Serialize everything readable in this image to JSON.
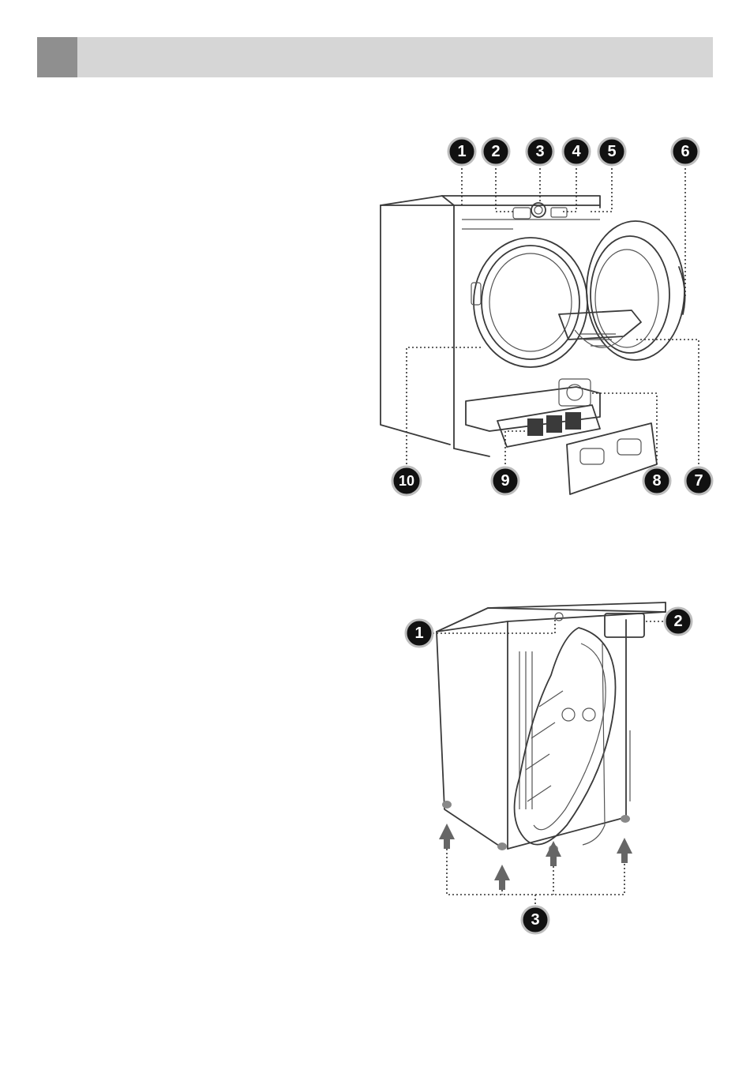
{
  "header": {
    "title": ""
  },
  "figure_front": {
    "callouts": [
      "1",
      "2",
      "3",
      "4",
      "5",
      "6",
      "7",
      "8",
      "9",
      "10"
    ]
  },
  "figure_back": {
    "callouts": [
      "1",
      "2",
      "3"
    ]
  },
  "colors": {
    "header_bar": "#d6d6d6",
    "header_tab": "#8f8f8f",
    "badge": "#111111",
    "arrow": "#666666"
  }
}
